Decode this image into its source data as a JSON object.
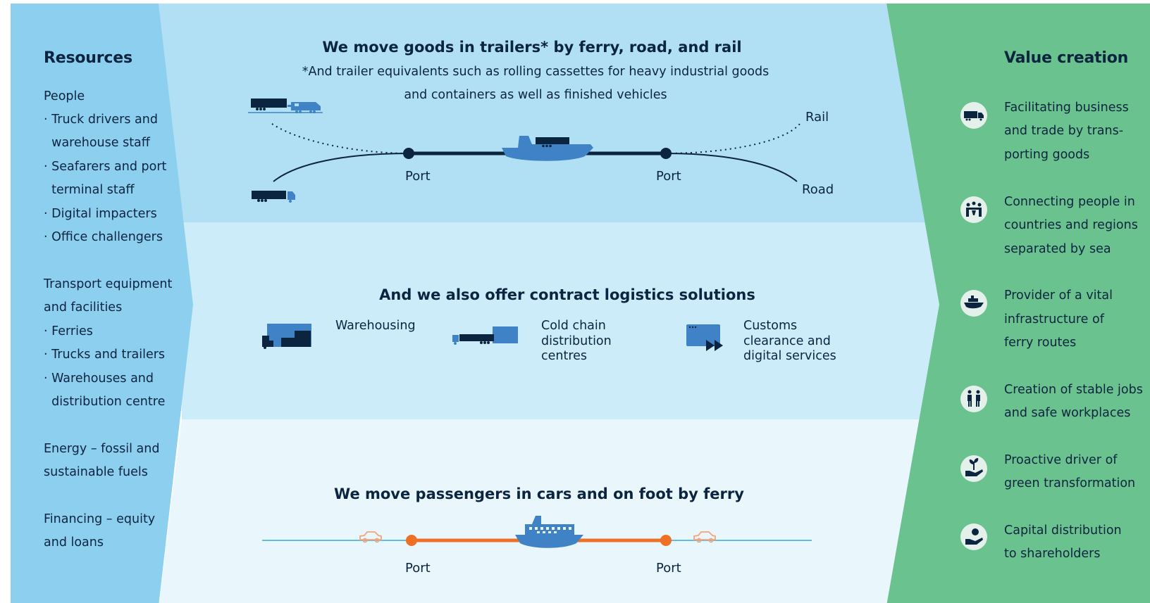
{
  "colors": {
    "resources_panel": "#8ccfef",
    "top_band": "#b1e0f5",
    "middle_band": "#cdecf9",
    "bottom_band": "#e9f6fc",
    "value_panel": "#6ac28f",
    "icon_circle": "#e4f1ea",
    "navy": "#0b2440",
    "freight_blue": "#3f83c6",
    "passenger_orange": "#ee7025",
    "car_orange": "#f3a57a",
    "sea_line": "#5fbfe8"
  },
  "resources": {
    "title": "Resources",
    "lines": [
      "People",
      "· Truck drivers and",
      "  warehouse staff",
      "· Seafarers and port",
      "  terminal staff",
      "· Digital impacters",
      "· Office challengers",
      "Transport equipment",
      "and facilities",
      "· Ferries",
      "· Trucks and trailers",
      "· Warehouses and",
      "  distribution centre",
      "Energy – fossil and",
      "sustainable fuels",
      "Financing – equity",
      "and loans"
    ]
  },
  "freight": {
    "title": "We move goods in trailers* by ferry, road, and rail",
    "note_line1": "*And trailer equivalents such as rolling cassettes for heavy industrial goods",
    "note_line2": "and containers as well as finished vehicles",
    "rail_label": "Rail",
    "road_label": "Road",
    "port_left": "Port",
    "port_right": "Port",
    "icons": [
      "rail-train-icon",
      "truck-icon",
      "cargo-ferry-icon"
    ]
  },
  "logistics": {
    "title": "And we also offer contract logistics solutions",
    "services": [
      {
        "label": "Warehousing",
        "icon": "warehouse-icon"
      },
      {
        "label": "Cold chain distribution centres",
        "icon": "cold-chain-truck-icon"
      },
      {
        "label": "Customs clearance and digital services",
        "icon": "customs-digital-icon"
      }
    ]
  },
  "passenger": {
    "title": "We move passengers in cars and on foot by ferry",
    "port_left": "Port",
    "port_right": "Port",
    "icons": [
      "car-icon",
      "passenger-ferry-icon"
    ]
  },
  "value_creation": {
    "title": "Value creation",
    "items": [
      {
        "icon": "truck-icon",
        "lines": [
          "Facilitating business",
          "and trade by trans-",
          "porting goods"
        ]
      },
      {
        "icon": "people-meeting-icon",
        "lines": [
          "Connecting people in",
          "countries and regions",
          "separated by sea"
        ]
      },
      {
        "icon": "ferry-icon",
        "lines": [
          "Provider of a vital",
          "infrastructure of",
          "ferry routes"
        ]
      },
      {
        "icon": "workers-icon",
        "lines": [
          "Creation of stable jobs",
          "and safe workplaces"
        ]
      },
      {
        "icon": "plant-in-hand-icon",
        "lines": [
          "Proactive driver of",
          "green transformation"
        ]
      },
      {
        "icon": "money-in-hand-icon",
        "lines": [
          "Capital distribution",
          "to shareholders"
        ]
      }
    ]
  }
}
